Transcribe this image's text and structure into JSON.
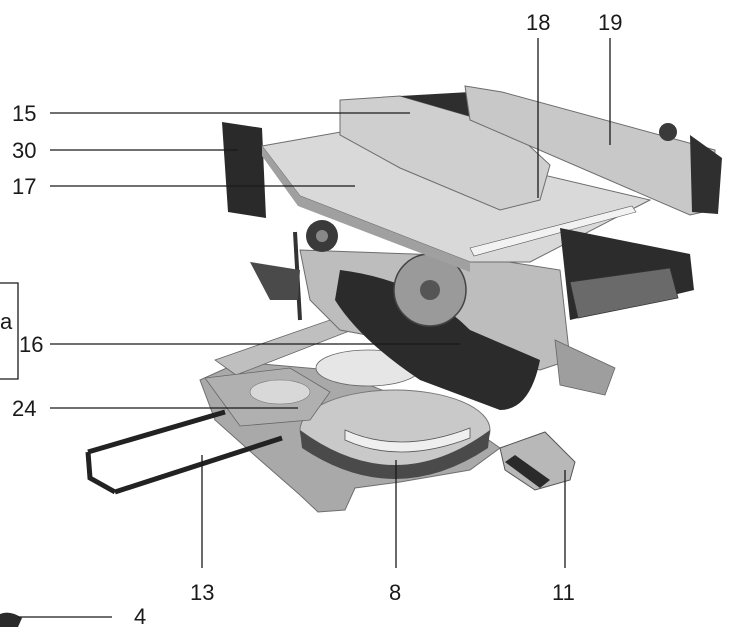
{
  "callouts": {
    "c15": "15",
    "c30": "30",
    "c17": "17",
    "c16": "16",
    "c24": "24",
    "c18": "18",
    "c19": "19",
    "c13": "13",
    "c8": "8",
    "c11": "11",
    "c4": "4",
    "cut_a": "a"
  },
  "colors": {
    "ink": "#1a1a1a",
    "body": "#bdbdbd",
    "body_dark": "#8f8f8f",
    "table_top": "#d9d9d9",
    "black_parts": "#2a2a2a"
  }
}
